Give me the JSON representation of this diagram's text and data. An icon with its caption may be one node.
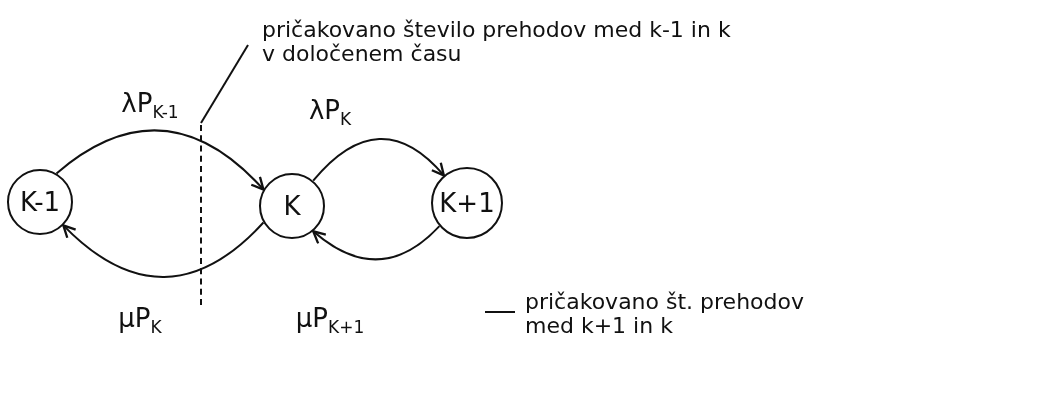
{
  "diagram": {
    "nodes": [
      {
        "text": [
          "K-1"
        ]
      },
      {
        "text": [
          "K"
        ]
      },
      {
        "text": [
          "K+1"
        ]
      },
      {
        "text": [
          "pričakovano število prehodov med k-1 in k v določenem času"
        ]
      },
      {
        "text": [
          "pričakovano št. prehodov med k+1 in k"
        ]
      },
      {
        "text": [],
        "shape": "bar"
      }
    ],
    "edges": [
      {
        "from": 0,
        "to": 1,
        "arrow": "to",
        "label": "λP$_{K-1}$"
      },
      {
        "from": 1,
        "to": 2,
        "arrow": "to",
        "label": "λP$_{K}$"
      },
      {
        "from": 1,
        "to": 0,
        "arrow": "to",
        "label": "μP$_{K}$"
      },
      {
        "from": 2,
        "to": 1,
        "arrow": "to",
        "label": "μP$_{K+1}$"
      },
      {
        "from": 3,
        "to": 5,
        "arrow": "none"
      },
      {
        "from": 4,
        "to": null,
        "arrow": "none"
      }
    ]
  }
}
